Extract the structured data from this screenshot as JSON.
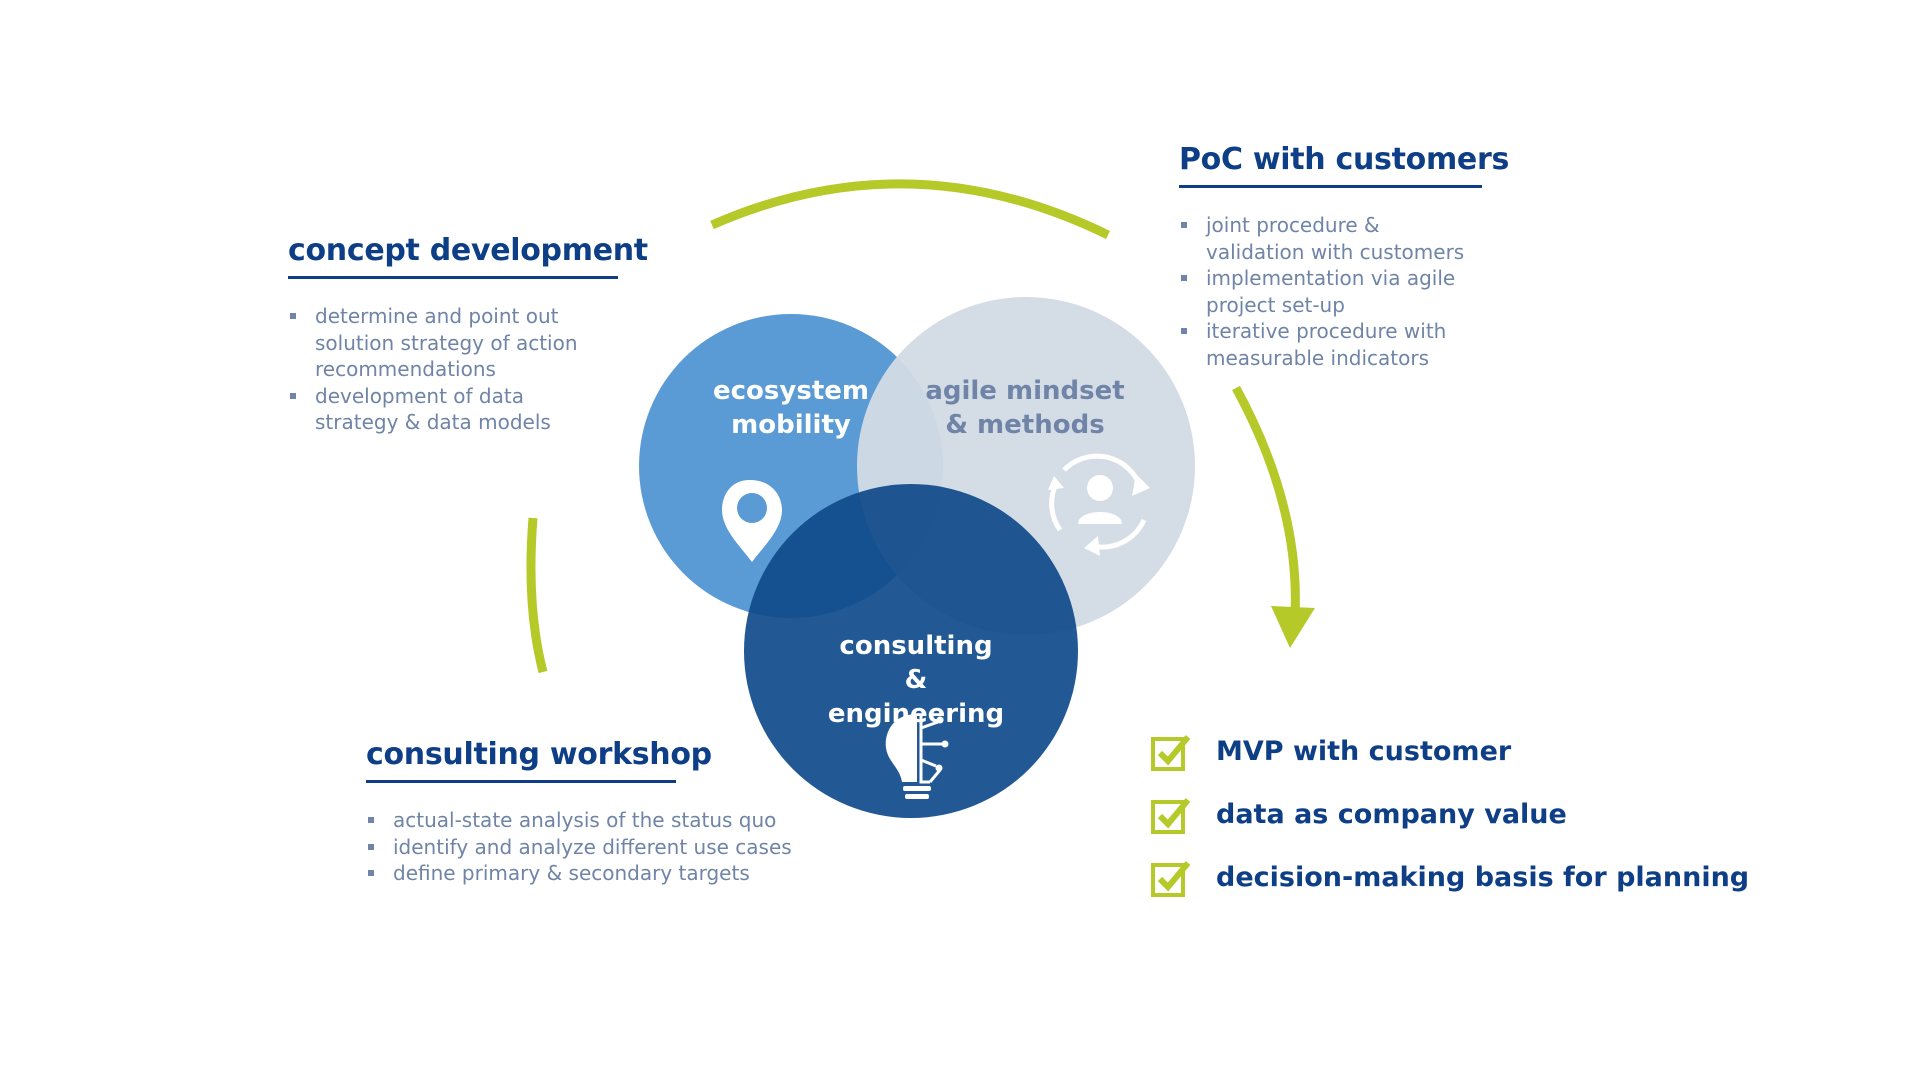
{
  "concept": {
    "title": "concept development",
    "bullets": [
      "determine and point out solution strategy of action recommendations",
      "development of data strategy & data models"
    ]
  },
  "poc": {
    "title": "PoC with customers",
    "bullets": [
      "joint procedure & validation with customers",
      "implementation via agile project set-up",
      "iterative procedure with measurable indicators"
    ]
  },
  "workshop": {
    "title": "consulting workshop",
    "bullets": [
      "actual-state analysis of the status quo",
      "identify and analyze different use cases",
      "define primary & secondary targets"
    ]
  },
  "circles": {
    "ecosystem": {
      "label": "ecosystem mobility",
      "color": "#5b9bd5",
      "icon": "location-pin-icon"
    },
    "agile": {
      "label": "agile mindset & methods",
      "color": "#d2dbe5",
      "icon": "agile-cycle-person-icon"
    },
    "consulting": {
      "label": "consulting & engineering",
      "color": "#0f4a8a",
      "icon": "lightbulb-circuit-icon"
    }
  },
  "outcomes": [
    "MVP with customer",
    "data as company value",
    "decision-making basis for planning"
  ],
  "colors": {
    "accent_green": "#b5c928",
    "title_blue": "#0e3f86",
    "bullet_gray": "#6f84a6"
  }
}
